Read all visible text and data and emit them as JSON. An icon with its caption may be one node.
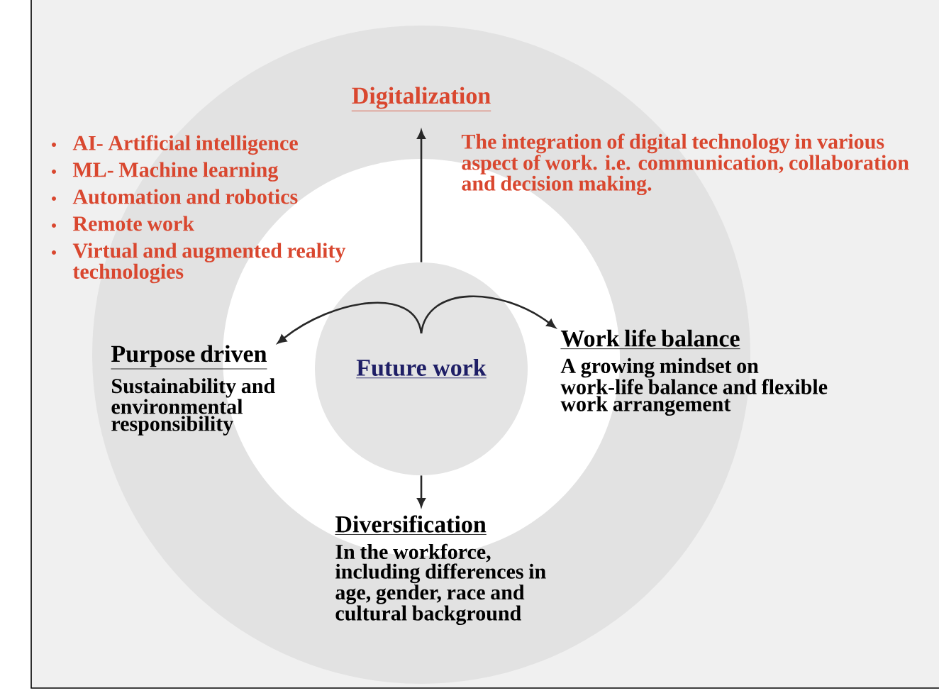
{
  "diagram": {
    "nodes": [
      {
        "text": [
          "Future work"
        ]
      },
      {
        "text": [
          "Digitalization"
        ]
      },
      {
        "text": [
          "Purpose driven",
          "Sustainability and environmental responsibility"
        ]
      },
      {
        "text": [
          "Work life balance",
          "A growing mindset on work-life balance and flexible work arrangement"
        ]
      },
      {
        "text": [
          "Diversification",
          "In the workforce, including differences in age, gender, race and cultural background"
        ]
      }
    ],
    "edges": [
      {
        "from": 0,
        "to": 1,
        "arrow": "to"
      },
      {
        "from": 0,
        "to": 2,
        "arrow": "to"
      },
      {
        "from": 0,
        "to": 3,
        "arrow": "to"
      },
      {
        "from": 0,
        "to": 4,
        "arrow": "to"
      }
    ],
    "labels": [
      "AI- Artificial intelligence",
      "ML- Machine learning",
      "Automation and robotics",
      "Remote work",
      "Virtual and augmented reality technologies",
      "The integration of digital technology in various aspect of work.  i.e. communication, collaboration and decision making."
    ]
  }
}
